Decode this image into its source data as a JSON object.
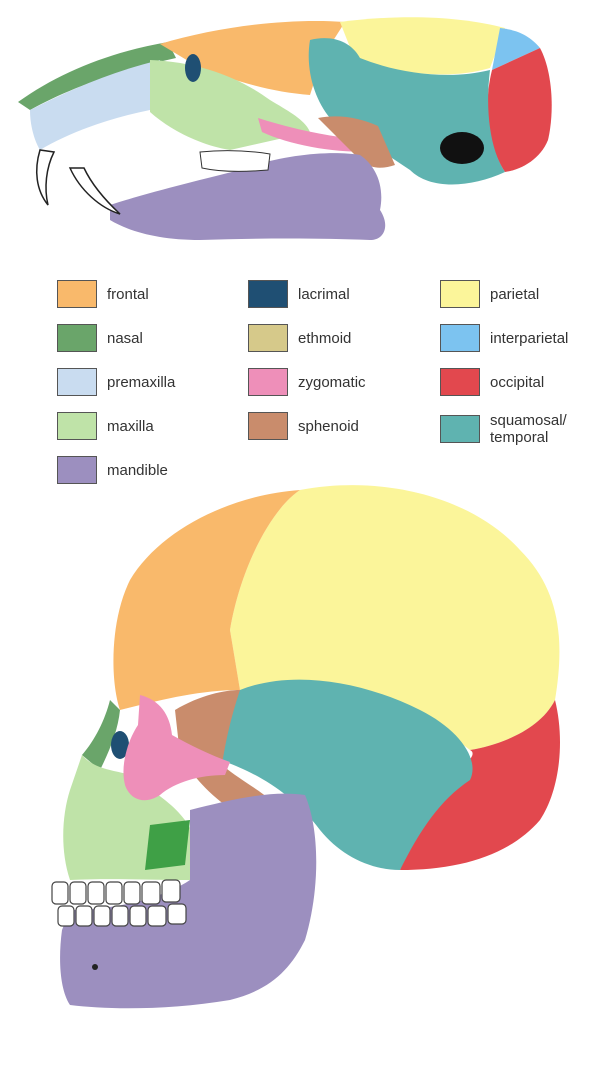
{
  "legend": [
    {
      "key": "frontal",
      "label": "frontal",
      "color": "#f9b96b"
    },
    {
      "key": "nasal",
      "label": "nasal",
      "color": "#6aa56a"
    },
    {
      "key": "premaxilla",
      "label": "premaxilla",
      "color": "#c9dcf0"
    },
    {
      "key": "maxilla",
      "label": "maxilla",
      "color": "#bfe3a8"
    },
    {
      "key": "mandible",
      "label": "mandible",
      "color": "#9c8fbf"
    },
    {
      "key": "lacrimal",
      "label": "lacrimal",
      "color": "#1f4f73"
    },
    {
      "key": "ethmoid",
      "label": "ethmoid",
      "color": "#d6c98a"
    },
    {
      "key": "zygomatic",
      "label": "zygomatic",
      "color": "#ee8fb9"
    },
    {
      "key": "sphenoid",
      "label": "sphenoid",
      "color": "#c98c6c"
    },
    {
      "key": "parietal",
      "label": "parietal",
      "color": "#fbf59a"
    },
    {
      "key": "interparietal",
      "label": "interparietal",
      "color": "#7cc3f0"
    },
    {
      "key": "occipital",
      "label": "occipital",
      "color": "#e2484e"
    },
    {
      "key": "squamosal",
      "label": "squamosal/\ntemporal",
      "color": "#5fb3b0"
    }
  ]
}
